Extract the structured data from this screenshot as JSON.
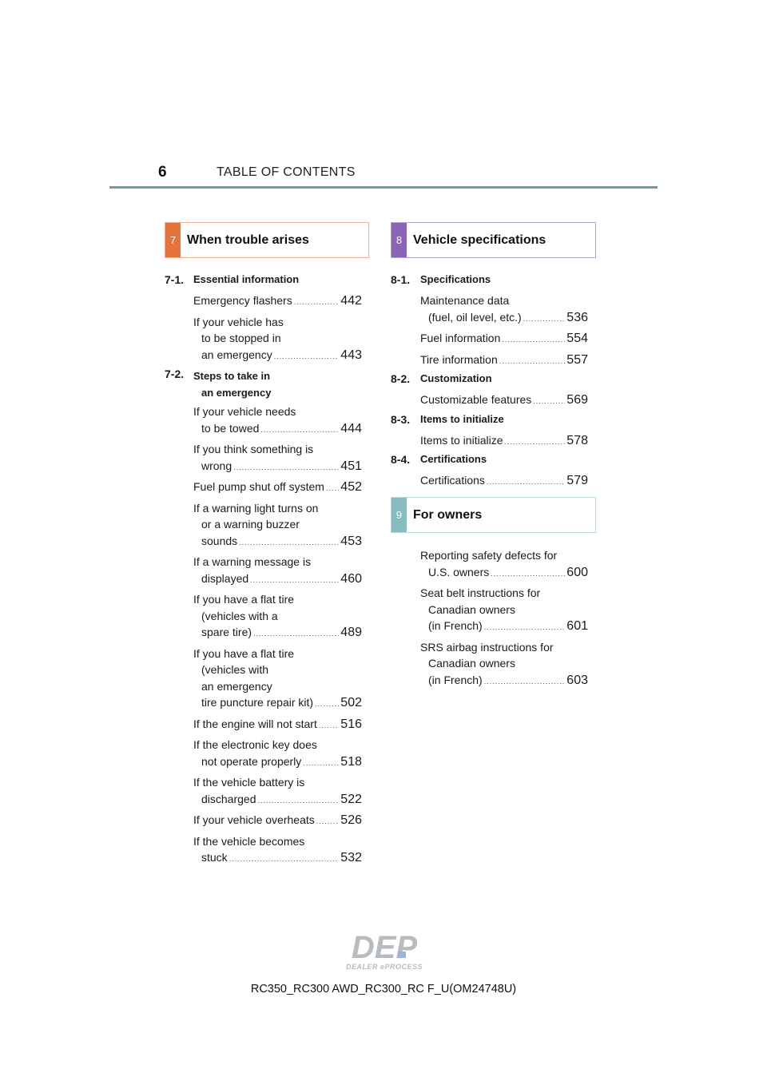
{
  "header": {
    "page_number": "6",
    "title": "TABLE OF CONTENTS"
  },
  "sections": {
    "s7": {
      "num": "7",
      "title": "When trouble arises"
    },
    "s8": {
      "num": "8",
      "title": "Vehicle specifications"
    },
    "s9": {
      "num": "9",
      "title": "For owners"
    }
  },
  "col7": {
    "sub1": {
      "num": "7-1.",
      "title": "Essential information"
    },
    "sub1_entries": [
      {
        "lines": [
          "Emergency flashers"
        ],
        "page": "442"
      },
      {
        "lines": [
          "If your vehicle has",
          "to be stopped in",
          "an emergency"
        ],
        "page": "443"
      }
    ],
    "sub2": {
      "num": "7-2.",
      "title1": "Steps to take in",
      "title2": "an emergency"
    },
    "sub2_entries": [
      {
        "lines": [
          "If your vehicle needs",
          "to be towed"
        ],
        "page": "444"
      },
      {
        "lines": [
          "If you think something is",
          "wrong"
        ],
        "page": "451"
      },
      {
        "lines": [
          "Fuel pump shut off system"
        ],
        "page": "452"
      },
      {
        "lines": [
          "If a warning light turns on",
          "or a warning buzzer",
          "sounds"
        ],
        "page": "453"
      },
      {
        "lines": [
          "If a warning message is",
          "displayed"
        ],
        "page": "460"
      },
      {
        "lines": [
          "If you have a flat tire",
          "(vehicles with a",
          "spare tire)"
        ],
        "page": "489"
      },
      {
        "lines": [
          "If you have a flat tire",
          "(vehicles with",
          "an emergency",
          "tire puncture repair kit)"
        ],
        "page": "502"
      },
      {
        "lines": [
          "If the engine will not start"
        ],
        "page": "516"
      },
      {
        "lines": [
          "If the electronic key does",
          "not operate properly"
        ],
        "page": "518"
      },
      {
        "lines": [
          "If the vehicle battery is",
          "discharged"
        ],
        "page": "522"
      },
      {
        "lines": [
          "If your vehicle overheats"
        ],
        "page": "526"
      },
      {
        "lines": [
          "If the vehicle becomes",
          "stuck"
        ],
        "page": "532"
      }
    ]
  },
  "col8": {
    "sub1": {
      "num": "8-1.",
      "title": "Specifications"
    },
    "sub1_entries": [
      {
        "lines": [
          "Maintenance data",
          "(fuel, oil level, etc.)"
        ],
        "page": "536"
      },
      {
        "lines": [
          "Fuel information"
        ],
        "page": "554"
      },
      {
        "lines": [
          "Tire information"
        ],
        "page": "557"
      }
    ],
    "sub2": {
      "num": "8-2.",
      "title": "Customization"
    },
    "sub2_entries": [
      {
        "lines": [
          "Customizable features"
        ],
        "page": "569"
      }
    ],
    "sub3": {
      "num": "8-3.",
      "title": "Items to initialize"
    },
    "sub3_entries": [
      {
        "lines": [
          "Items to initialize"
        ],
        "page": "578"
      }
    ],
    "sub4": {
      "num": "8-4.",
      "title": "Certifications"
    },
    "sub4_entries": [
      {
        "lines": [
          "Certifications"
        ],
        "page": "579"
      }
    ]
  },
  "col9": {
    "entries": [
      {
        "lines": [
          "Reporting safety defects for",
          "U.S. owners"
        ],
        "page": "600"
      },
      {
        "lines": [
          "Seat belt instructions for",
          "Canadian owners",
          "(in French)"
        ],
        "page": "601"
      },
      {
        "lines": [
          "SRS airbag instructions for",
          "Canadian owners",
          "(in French)"
        ],
        "page": "603"
      }
    ]
  },
  "logo": {
    "text": "DEP",
    "subtext": "DEALER ePROCESS"
  },
  "footer": {
    "text": "RC350_RC300 AWD_RC300_RC F_U(OM24748U)"
  },
  "colors": {
    "s7_tab": "#e8733a",
    "s7_border": "#f0b08e",
    "s8_tab": "#8a63b4",
    "s8_border": "#b9a3d4",
    "s9_tab": "#86bcc0",
    "s9_border": "#b8d8da",
    "rule": "#6f9aa8"
  }
}
